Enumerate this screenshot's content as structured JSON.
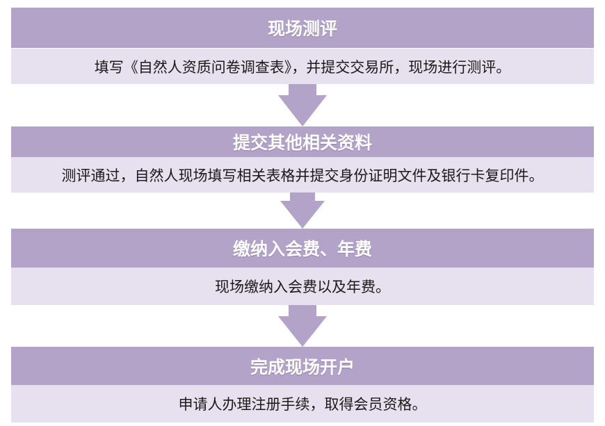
{
  "steps": [
    {
      "title": "现场测评",
      "description": "填写《自然人资质问卷调查表》，并提交交易所，现场进行测评。"
    },
    {
      "title": "提交其他相关资料",
      "description": "测评通过，自然人现场填写相关表格并提交身份证明文件及银行卡复印件。"
    },
    {
      "title": "缴纳入会费、年费",
      "description": "现场缴纳入会费以及年费。"
    },
    {
      "title": "完成现场开户",
      "description": "申请人办理注册手续，取得会员资格。"
    }
  ],
  "colors": {
    "header_bg": "#b3a3c8",
    "body_bg": "#e7e1ef",
    "arrow": "#b3a3c8"
  }
}
